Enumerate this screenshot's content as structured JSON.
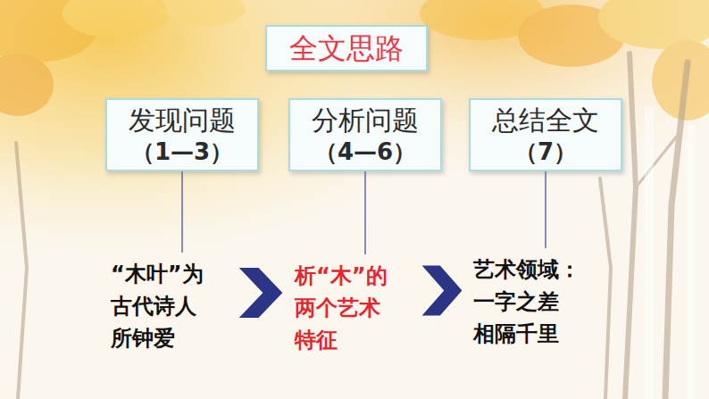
{
  "diagram": {
    "nodes": [
      {
        "text": [
          "全文思路"
        ]
      },
      {
        "text": [
          "发现问题",
          "（1—3）"
        ]
      },
      {
        "text": [
          "分析问题",
          "（4—6）"
        ]
      },
      {
        "text": [
          "总结全文",
          "（7）"
        ]
      },
      {
        "text": [
          "“木叶”为 古代诗人 所钟爱"
        ]
      },
      {
        "text": [
          "析“木”的 两个艺术 特征"
        ]
      },
      {
        "text": [
          "艺术领域： 一字之差 相隔千里"
        ]
      }
    ],
    "edges": [
      {
        "from": 1,
        "to": 4,
        "arrow": "none"
      },
      {
        "from": 2,
        "to": 5,
        "arrow": "none"
      },
      {
        "from": 3,
        "to": 6,
        "arrow": "none"
      },
      {
        "from": 4,
        "to": 5,
        "arrow": "to"
      },
      {
        "from": 5,
        "to": 6,
        "arrow": "to"
      }
    ]
  }
}
